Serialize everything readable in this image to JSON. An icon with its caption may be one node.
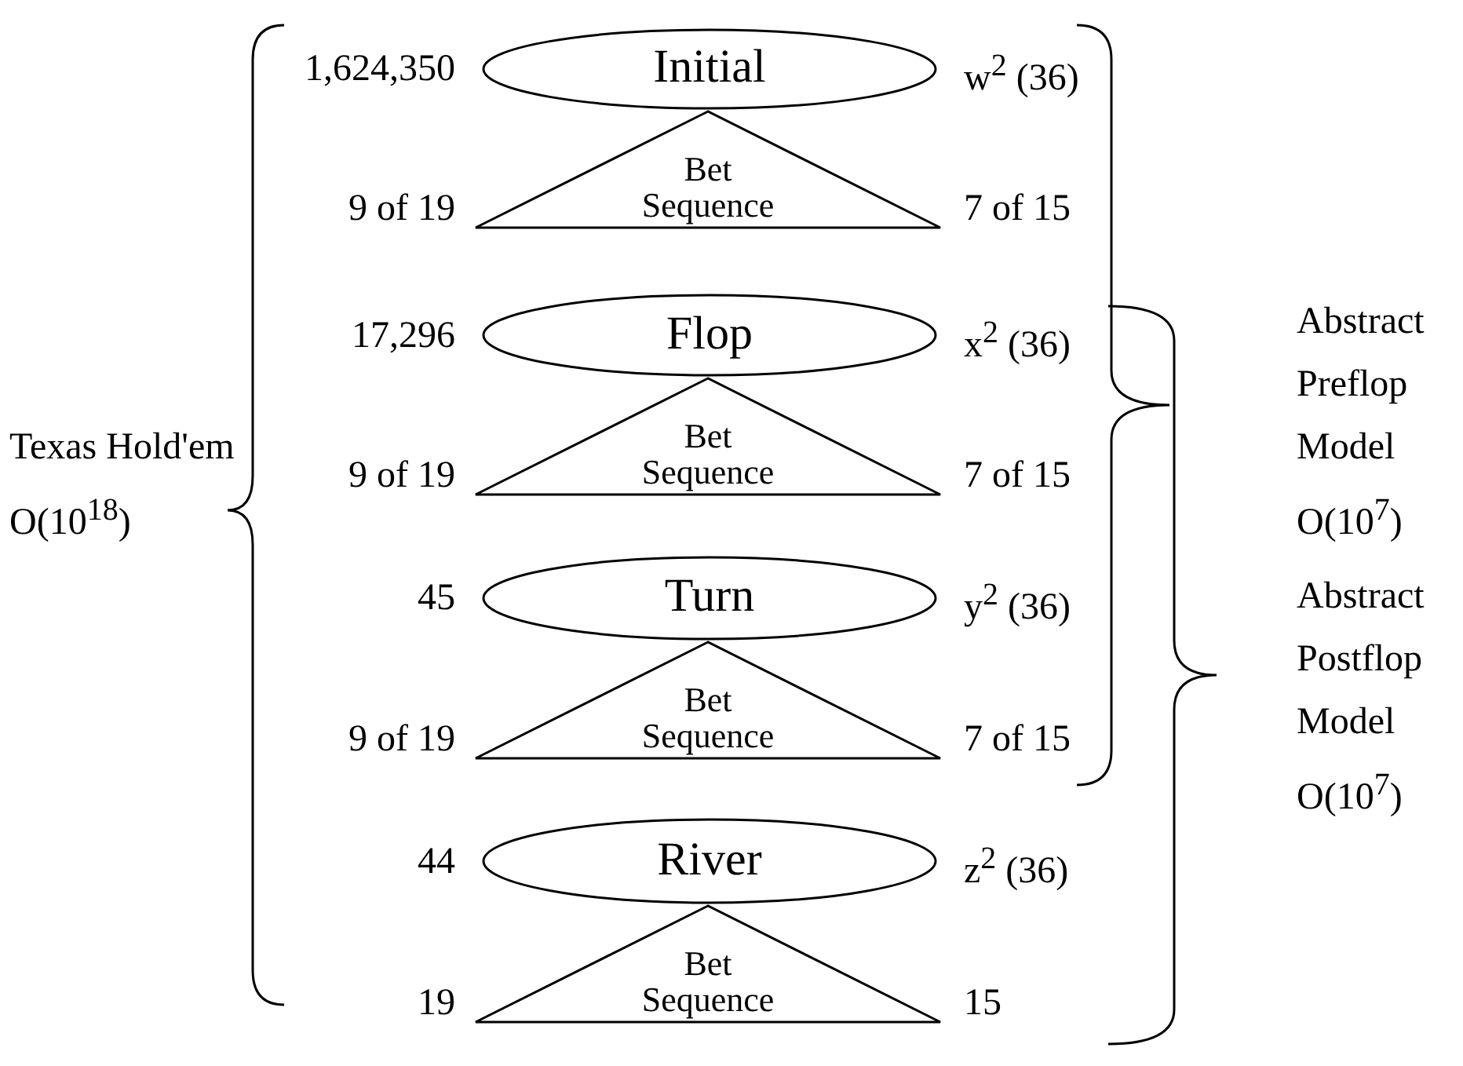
{
  "diagram": {
    "nodes": [
      {
        "text": [
          "Initial"
        ],
        "beside": [
          "1,624,350",
          "w$^{2}$ (36)"
        ]
      },
      {
        "text": [
          "Bet Sequence"
        ],
        "beside": [
          "9 of 19",
          "7 of 15"
        ]
      },
      {
        "text": [
          "Flop"
        ],
        "beside": [
          "17,296",
          "x$^{2}$ (36)"
        ]
      },
      {
        "text": [
          "Bet Sequence"
        ],
        "beside": [
          "9 of 19",
          "7 of 15"
        ]
      },
      {
        "text": [
          "Turn"
        ],
        "beside": [
          "45",
          "y$^{2}$ (36)"
        ]
      },
      {
        "text": [
          "Bet Sequence"
        ],
        "beside": [
          "9 of 19",
          "7 of 15"
        ]
      },
      {
        "text": [
          "River"
        ],
        "beside": [
          "44",
          "z$^{2}$ (36)"
        ]
      },
      {
        "text": [
          "Bet Sequence"
        ],
        "beside": [
          "19",
          "15"
        ]
      }
    ],
    "edges": [],
    "labels": [
      "Texas Hold'em O(10$^{18}$)",
      "Abstract Preflop Model O(10$^{7}$)",
      "Abstract Postflop Model O(10$^{7}$)"
    ]
  }
}
